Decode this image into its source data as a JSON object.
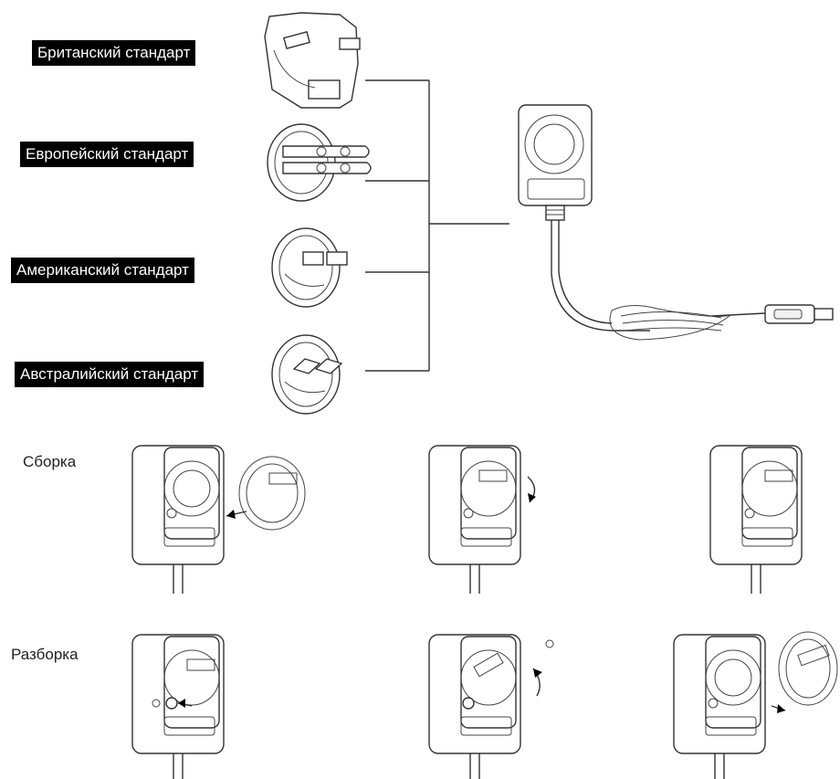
{
  "plug_labels": {
    "uk": "Британский стандарт",
    "eu": "Европейский стандарт",
    "us": "Американский стандарт",
    "au": "Австралийский стандарт"
  },
  "sections": {
    "assembly": "Сборка",
    "disassembly": "Разборка"
  },
  "colors": {
    "line": "#333333",
    "label_bg": "#000000",
    "label_text": "#ffffff"
  }
}
